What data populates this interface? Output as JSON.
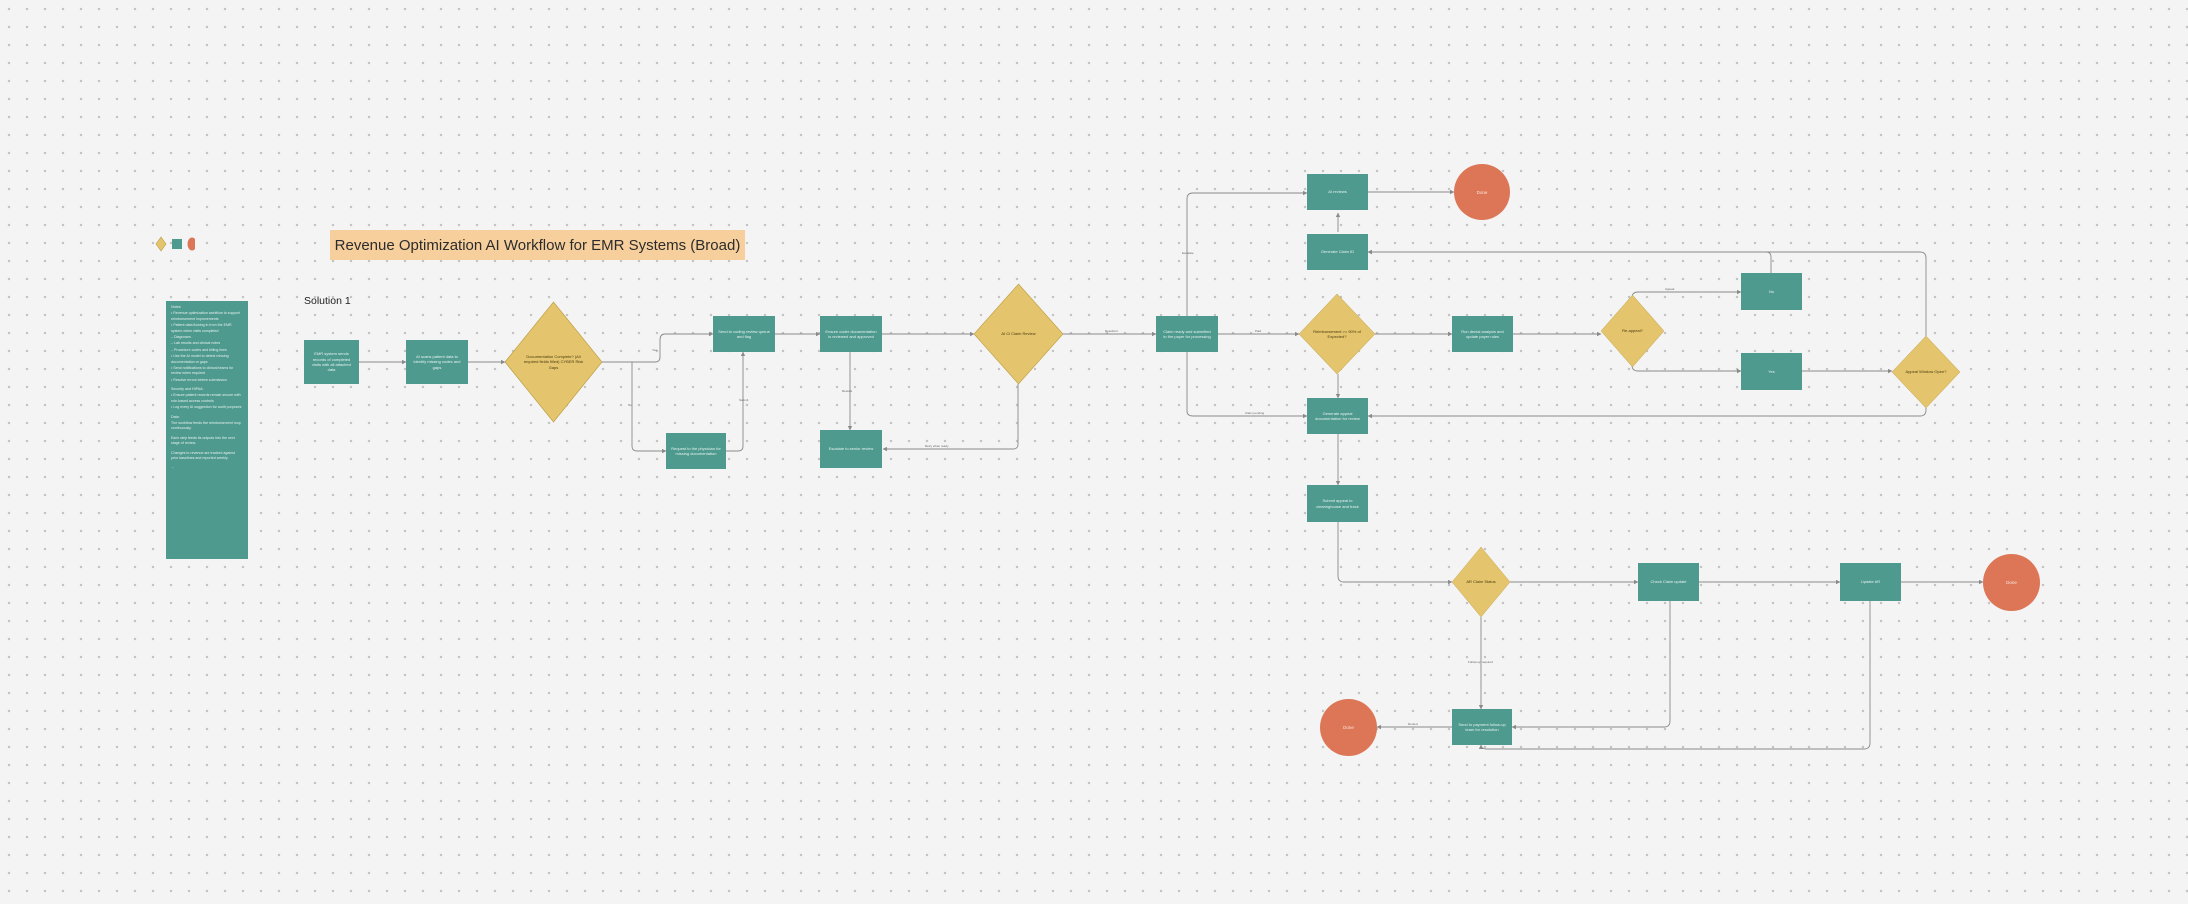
{
  "title": "Revenue Optimization AI Workflow for EMR Systems (Broad)",
  "subtitle": "Solution 1",
  "notes": [
    "Notes:",
    "• Revenue optimization workflow to support reimbursement improvements",
    "• Patient data flowing in from the EMR system when visits completed",
    "   – Diagnoses",
    "   – Lab results and clinical notes",
    "   – Procedure codes and billing lines",
    "• Use the AI model to detect missing documentation or gaps",
    "• Send notifications to clinical teams for review when required",
    "• Resolve errors before submission",
    "Security and HIPAA:",
    "• Ensure patient records remain secure with role-based access controls",
    "• Log every AI suggestion for audit purposes",
    "Data:",
    "The workflow feeds the reimbursement loop continuously.",
    "Each step feeds its outputs into the next stage of review.",
    "Changes to revenue are tracked against prior baselines and reported weekly.",
    "..."
  ],
  "nodes": {
    "n1": "EMR system sends records of completed visits with all attached data",
    "n2": "AI scans patient data to identify missing codes and gaps",
    "d1": "Documentation Complete? (All required fields filled) CYBER Risk Gaps",
    "n3": "Send to coding review queue and flag",
    "n4": "Request to the physician for missing documentation",
    "n5": "Ensure coder documentation is reviewed and approved",
    "n6": "Escalate to senior review",
    "d2": "AI Cl Claim Review",
    "n7": "Claim ready and submitted to the payer for processing",
    "d3": "Reimbursement >= 90% of Expected?",
    "n8": "AI reviews",
    "n9": "Generate Claim ID",
    "n10": "Run denial analysis and update payer rules",
    "d4": "Re-appeal?",
    "n11": "No",
    "n12": "Yes",
    "d5": "Appeal Window Open?",
    "n13": "Generate appeal documentation for review",
    "n14": "Submit appeal to clearinghouse and track",
    "d6": "AR Claim Status",
    "n15": "Check Claim update",
    "n16": "Update AR",
    "n17": "Send to payment follow-up team for resolution",
    "c1": "Done",
    "c2": "Done",
    "c3": "Done"
  },
  "edge_labels": {
    "yes": "Yes",
    "no": "No",
    "submit": "Submit",
    "rework": "Rework",
    "denied": "Denied",
    "retry": "Retry when ready",
    "resubmit": "Resubmit",
    "escalate": "Escalate",
    "paid": "Paid",
    "pending": "Claim pending",
    "appeal": "Appeal",
    "followup": "Follow-up required"
  },
  "colors": {
    "process": "#4e9a8e",
    "decision": "#e4c46c",
    "terminal": "#dc7657",
    "title_bg": "#f6cf9d",
    "connector": "#8a8a8a"
  },
  "legend": [
    "diamond-shape",
    "square-shape",
    "circle-shape"
  ]
}
